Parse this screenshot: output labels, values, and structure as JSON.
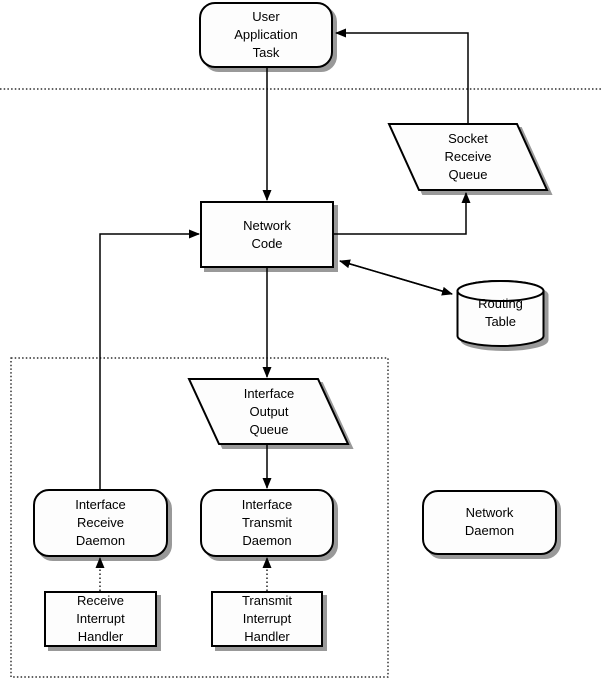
{
  "diagram": {
    "colors": {
      "background": "#ffffff",
      "line": "#000000",
      "node_fill": "#fdfdfd",
      "shadow": "#999999",
      "text": "#000000"
    },
    "nodes": [
      {
        "id": "user-application-task",
        "shape": "rounded-rectangle",
        "label": "User\nApplication\nTask"
      },
      {
        "id": "socket-receive-queue",
        "shape": "parallelogram",
        "label": "Socket\nReceive\nQueue"
      },
      {
        "id": "network-code",
        "shape": "rectangle",
        "label": "Network\nCode"
      },
      {
        "id": "routing-table",
        "shape": "cylinder",
        "label": "Routing\nTable"
      },
      {
        "id": "interface-output-queue",
        "shape": "parallelogram",
        "label": "Interface\nOutput\nQueue"
      },
      {
        "id": "interface-receive-daemon",
        "shape": "rounded-rectangle",
        "label": "Interface\nReceive\nDaemon"
      },
      {
        "id": "interface-transmit-daemon",
        "shape": "rounded-rectangle",
        "label": "Interface\nTransmit\nDaemon"
      },
      {
        "id": "receive-interrupt-handler",
        "shape": "rectangle",
        "label": "Receive\nInterrupt\nHandler"
      },
      {
        "id": "transmit-interrupt-handler",
        "shape": "rectangle",
        "label": "Transmit\nInterrupt\nHandler"
      },
      {
        "id": "network-daemon",
        "shape": "rounded-rectangle",
        "label": "Network\nDaemon"
      }
    ],
    "edges": [
      {
        "from": "user-application-task",
        "to": "network-code",
        "style": "solid",
        "bidirectional": false
      },
      {
        "from": "network-code",
        "to": "socket-receive-queue",
        "style": "solid",
        "bidirectional": false
      },
      {
        "from": "socket-receive-queue",
        "to": "user-application-task",
        "style": "solid",
        "bidirectional": false
      },
      {
        "from": "network-code",
        "to": "routing-table",
        "style": "solid",
        "bidirectional": true
      },
      {
        "from": "network-code",
        "to": "interface-output-queue",
        "style": "solid",
        "bidirectional": false
      },
      {
        "from": "interface-output-queue",
        "to": "interface-transmit-daemon",
        "style": "solid",
        "bidirectional": false
      },
      {
        "from": "interface-receive-daemon",
        "to": "network-code",
        "style": "solid",
        "bidirectional": false
      },
      {
        "from": "receive-interrupt-handler",
        "to": "interface-receive-daemon",
        "style": "dotted",
        "bidirectional": false
      },
      {
        "from": "transmit-interrupt-handler",
        "to": "interface-transmit-daemon",
        "style": "dotted",
        "bidirectional": false
      }
    ],
    "boundaries": [
      {
        "id": "user-kernel-separator",
        "style": "dotted-line"
      },
      {
        "id": "interrupt-region",
        "style": "dotted-rectangle"
      }
    ]
  }
}
